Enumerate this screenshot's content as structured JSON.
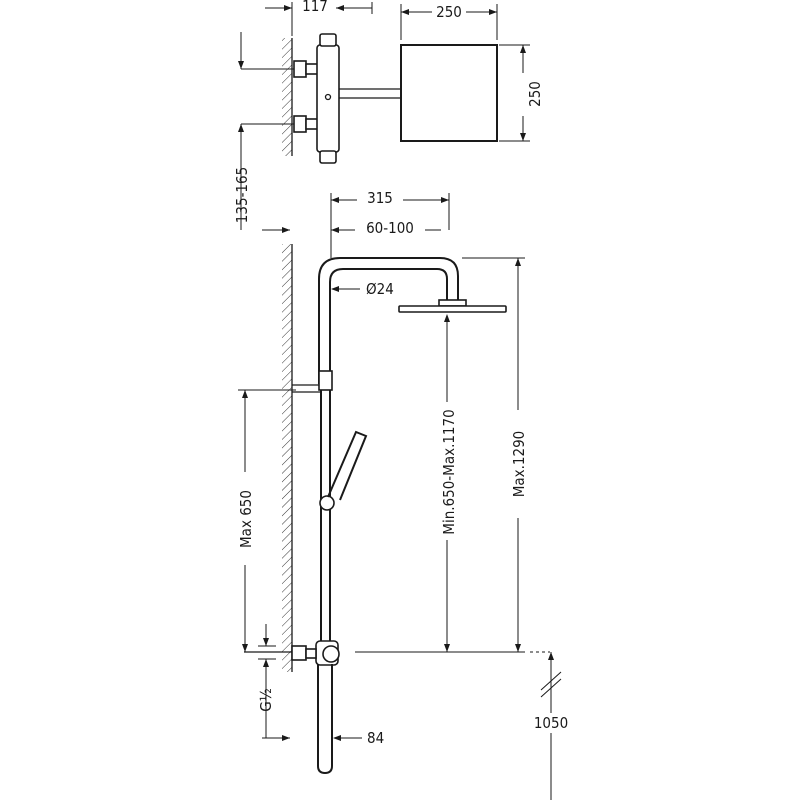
{
  "dimensions": {
    "top_depth": "117",
    "head_width": "250",
    "head_depth": "250",
    "inlet_spacing": "135-165",
    "arm_reach": "315",
    "arm_offset": "60-100",
    "pipe_diameter": "Ø24",
    "head_height_range": "Min.650-Max.1170",
    "max_height": "Max.1290",
    "bar_height": "Max 650",
    "thread": "G½",
    "floor_height": "1050",
    "hose_offset": "84"
  }
}
